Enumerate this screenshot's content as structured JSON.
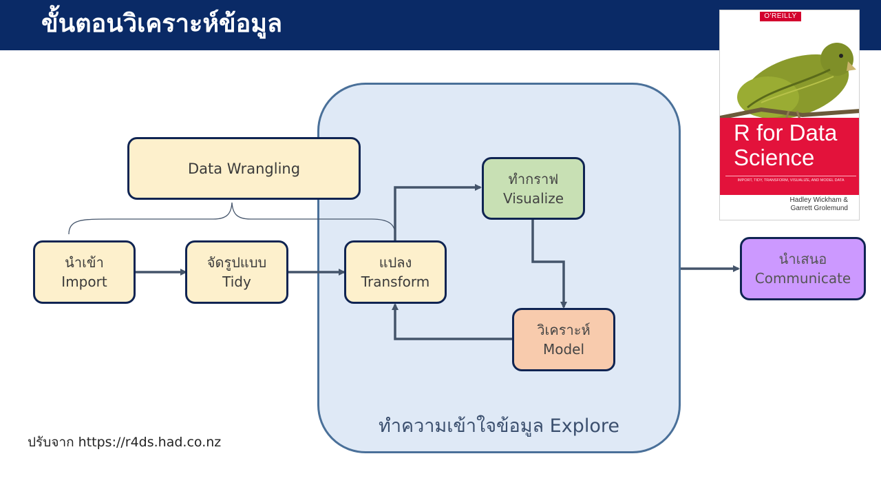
{
  "header": {
    "title": "ขั้นตอนวิเคราะห์ข้อมูล"
  },
  "explore": {
    "label": "ทำความเข้าใจข้อมูล Explore"
  },
  "wrangling": {
    "label": "Data Wrangling"
  },
  "nodes": {
    "import": {
      "thai": "นำเข้า",
      "english": "Import"
    },
    "tidy": {
      "thai": "จัดรูปแบบ",
      "english": "Tidy"
    },
    "transform": {
      "thai": "แปลง",
      "english": "Transform"
    },
    "visualize": {
      "thai": "ทำกราฟ",
      "english": "Visualize"
    },
    "model": {
      "thai": "วิเคราะห์",
      "english": "Model"
    },
    "communicate": {
      "thai": "นำเสนอ",
      "english": "Communicate"
    }
  },
  "book": {
    "publisher": "O'REILLY",
    "title_line1": "R for Data",
    "title_line2": "Science",
    "subtitle": "IMPORT, TIDY, TRANSFORM, VISUALIZE, AND MODEL DATA",
    "author_line1": "Hadley Wickham &",
    "author_line2": "Garrett Grolemund"
  },
  "source": {
    "text": "ปรับจาก https://r4ds.had.co.nz"
  },
  "colors": {
    "header": "#0a2a66",
    "explore_fill": "#dfe9f6",
    "explore_border": "#4a7099",
    "node_border": "#0f2452",
    "yellow": "#fdf0cc",
    "green": "#c8e0b4",
    "orange": "#f8cbad",
    "purple": "#cc99ff",
    "arrow": "#44546a",
    "book_red": "#e3123b"
  }
}
